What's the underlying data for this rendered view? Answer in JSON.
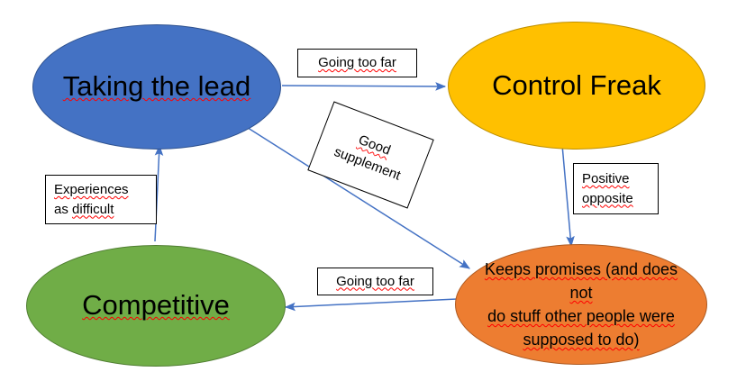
{
  "diagram": {
    "title": "Taking the lead / Control Freak / Competitive behaviour map",
    "colors": {
      "blue": "#4472C4",
      "blue_stroke": "#2F528F",
      "amber": "#FFC000",
      "amber_stroke": "#BF9000",
      "green": "#70AD47",
      "green_stroke": "#507E32",
      "orange": "#ED7D31",
      "orange_stroke": "#AE5A21",
      "connector": "#4472C4",
      "box_border": "#000000",
      "spellcheck": "#FF0000",
      "background": "#FFFFFF"
    },
    "nodes": [
      {
        "id": "taking-the-lead",
        "text": "Taking the lead",
        "fill": "#4472C4"
      },
      {
        "id": "control-freak",
        "text": "Control Freak",
        "fill": "#FFC000"
      },
      {
        "id": "competitive",
        "text": "Competitive",
        "fill": "#70AD47"
      },
      {
        "id": "keeps-promises",
        "fill": "#ED7D31",
        "lines": [
          "Keeps promises (and does not",
          "do stuff other people were",
          "supposed to do)"
        ]
      }
    ],
    "connector_labels": [
      {
        "id": "going-too-far-top",
        "text": "Going too far",
        "from": "taking-the-lead",
        "to": "control-freak"
      },
      {
        "id": "good-supplement",
        "line1": "Good",
        "line2": "supplement",
        "from": "taking-the-lead",
        "to": "keeps-promises",
        "rotation_deg": 21
      },
      {
        "id": "positive-opposite",
        "line1": "Positive",
        "line2": "opposite",
        "from": "control-freak",
        "to": "keeps-promises"
      },
      {
        "id": "going-too-far-bottom",
        "text": "Going too far",
        "from": "keeps-promises",
        "to": "competitive"
      },
      {
        "id": "experiences-as-difficult",
        "line1": "Experiences",
        "line2": "as difficult",
        "from": "competitive",
        "to": "taking-the-lead"
      }
    ]
  }
}
